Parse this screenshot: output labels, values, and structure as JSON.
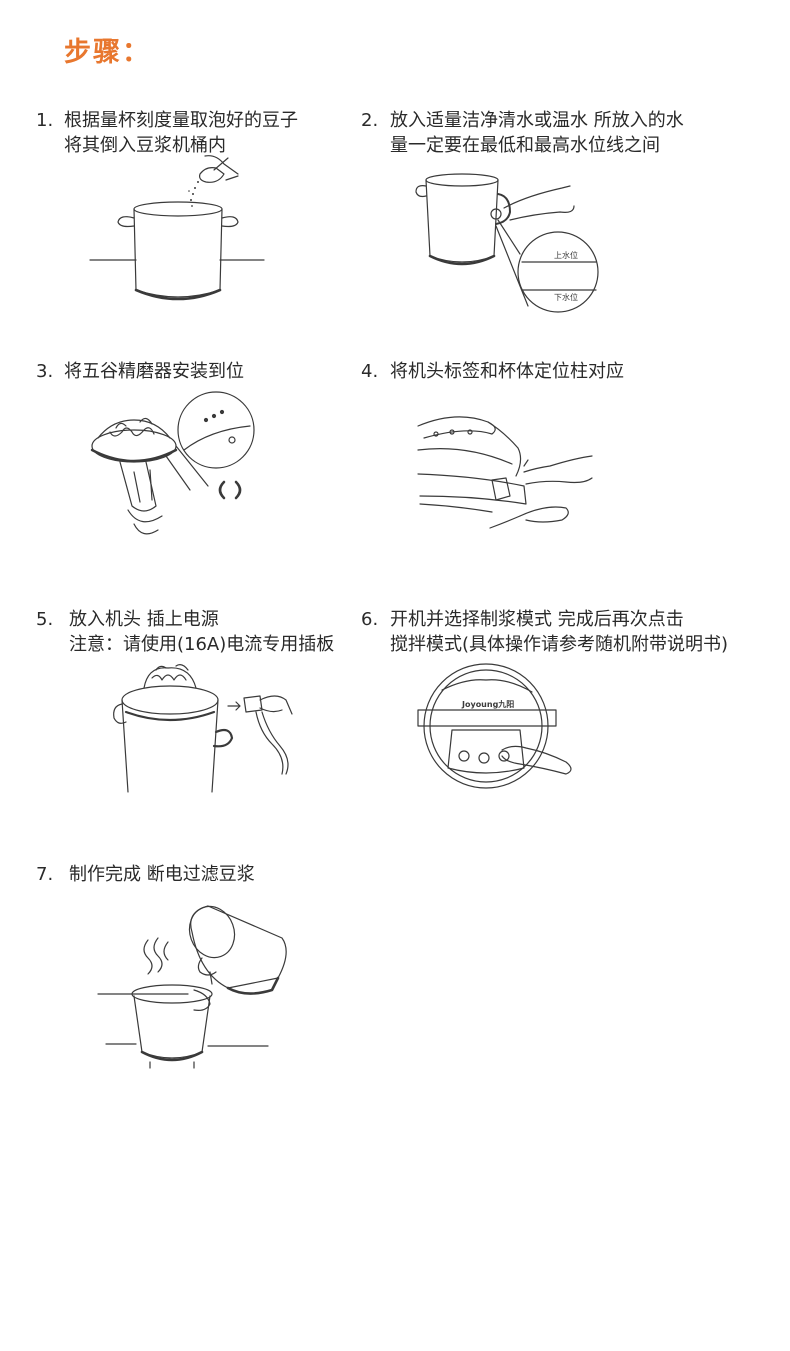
{
  "title": "步骤：",
  "steps": [
    {
      "num": "1.",
      "lines": [
        "根据量杯刻度量取泡好的豆子",
        "将其倒入豆浆机桶内"
      ]
    },
    {
      "num": "2.",
      "lines": [
        "放入适量洁净清水或温水 所放入的水",
        "量一定要在最低和最高水位线之间"
      ],
      "labels": [
        "上水位",
        "下水位"
      ]
    },
    {
      "num": "3.",
      "lines": [
        "将五谷精磨器安装到位"
      ]
    },
    {
      "num": "4.",
      "lines": [
        "将机头标签和杯体定位柱对应"
      ]
    },
    {
      "num": "5.",
      "lines": [
        "放入机头 插上电源",
        "注意：请使用(16A)电流专用插板"
      ]
    },
    {
      "num": "6.",
      "lines": [
        "开机并选择制浆模式 完成后再次点击",
        "搅拌模式(具体操作请参考随机附带说明书)"
      ],
      "brand": "Joyoung九阳"
    },
    {
      "num": "7.",
      "lines": [
        "制作完成 断电过滤豆浆"
      ]
    }
  ]
}
